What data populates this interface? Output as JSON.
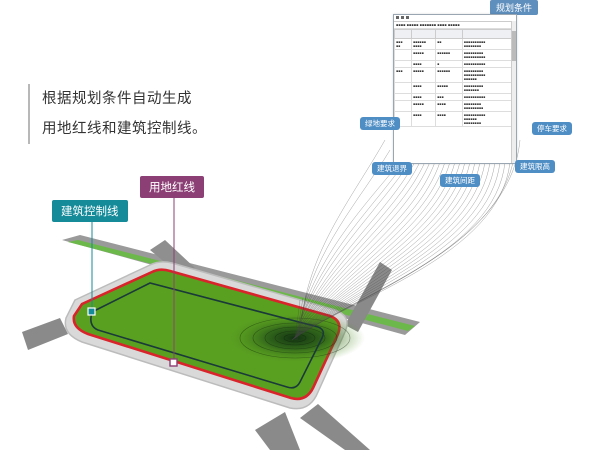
{
  "caption": {
    "line1": "根据规划条件自动生成",
    "line2": "用地红线和建筑控制线。"
  },
  "labels": {
    "plan_line": "用地红线",
    "control_line": "建筑控制线"
  },
  "doc_panel": {
    "title": "规划条件"
  },
  "pills": {
    "green_req": "绿地要求",
    "parking_req": "停车要求",
    "building_limit": "建筑限高",
    "setback": "建筑退界",
    "building_spacing": "建筑间距"
  },
  "colors": {
    "plan_tag": "#8c3f75",
    "control_tag": "#158a99",
    "pill": "#4f8ec5",
    "site_green": "#5aa020",
    "red_line": "#d8242a",
    "control_line": "#1a3a3a",
    "road": "#8f8f8f"
  }
}
